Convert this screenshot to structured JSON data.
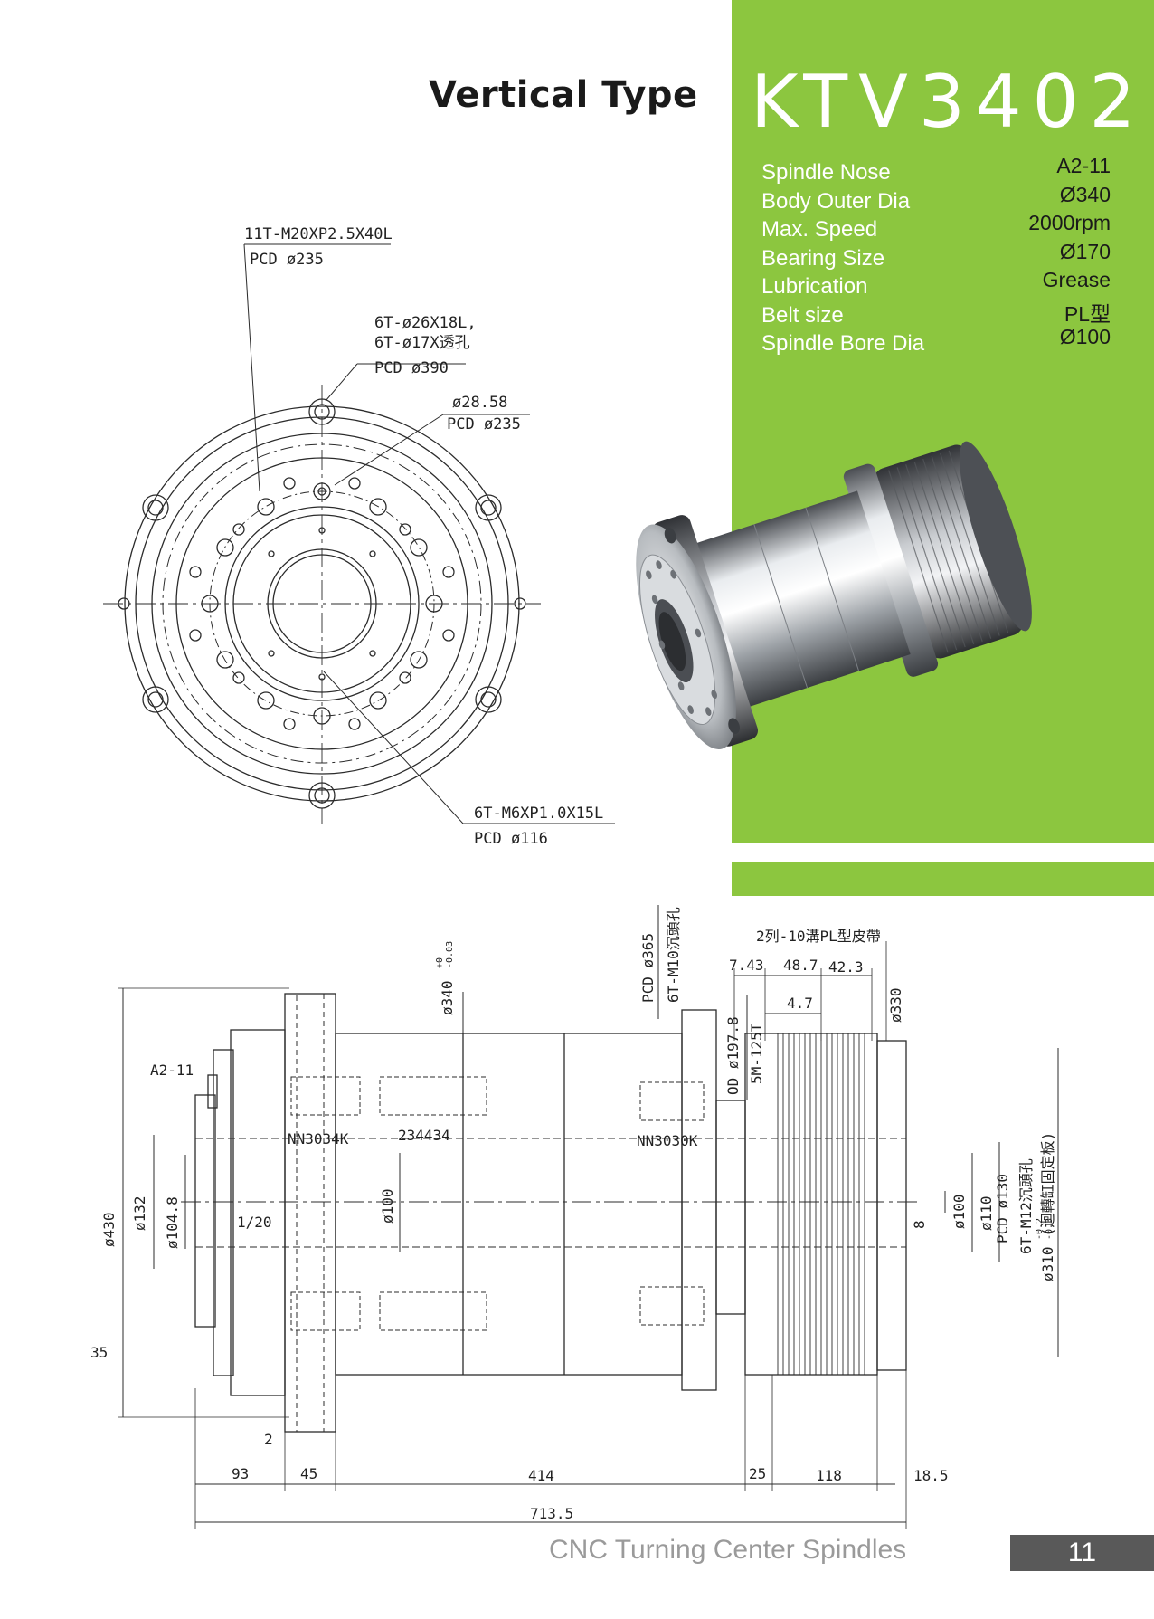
{
  "header": {
    "type_title": "Vertical Type",
    "model": "KTV3402"
  },
  "specs": [
    {
      "label": "Spindle Nose",
      "value": "A2-11"
    },
    {
      "label": "Body Outer Dia",
      "value": "Ø340"
    },
    {
      "label": "Max. Speed",
      "value": "2000rpm"
    },
    {
      "label": "Bearing Size",
      "value": "Ø170"
    },
    {
      "label": "Lubrication",
      "value": "Grease"
    },
    {
      "label": "Belt size",
      "value": "PL型"
    },
    {
      "label": "Spindle Bore Dia",
      "value": "Ø100"
    }
  ],
  "front_view": {
    "callout_1": {
      "line1": "11T-M20XP2.5X40L",
      "line2": "PCD ø235"
    },
    "callout_2": {
      "line1": "6T-ø26X18L,",
      "line2": "6T-ø17X透孔",
      "line3": "PCD ø390"
    },
    "callout_3": {
      "line1": "ø28.58",
      "line2": "PCD ø235"
    },
    "callout_4": {
      "line1": "6T-M6XP1.0X15L",
      "line2": "PCD ø116"
    }
  },
  "side_view": {
    "belt_note": "2列-10溝PL型皮帶",
    "top_dims": [
      "7.43",
      "48.7",
      "42.3",
      "4.7"
    ],
    "pcd365": "PCD ø365",
    "m10": "6T-M10沉頭孔",
    "d340": "ø340",
    "d340_tol_upper": "+0",
    "d340_tol_lower": "-0.03",
    "d330": "ø330",
    "od197": "OD ø197.8",
    "belt_5m": "5M-125T",
    "nose": "A2-11",
    "bearing_1": "NN3034K",
    "bearing_2": "234434",
    "bearing_3": "NN3030K",
    "bore": "ø100",
    "taper": "1/20",
    "left_dims": [
      "ø430",
      "ø132",
      "ø104.8",
      "35"
    ],
    "right_dims": [
      "ø100",
      "ø110",
      "8",
      "PCD ø130",
      "6T-M12沉頭孔",
      "ø310",
      "-0.2",
      "-0.3",
      "(迴轉缸固定板)"
    ],
    "bottom_dims": [
      "2",
      "93",
      "45",
      "414",
      "25",
      "118",
      "18.5",
      "713.5"
    ]
  },
  "footer": {
    "title": "CNC Turning Center Spindles",
    "page": "11"
  },
  "colors": {
    "accent_green": "#8cc63f",
    "page_box": "#595959",
    "footer_text": "#9a9a9a"
  }
}
